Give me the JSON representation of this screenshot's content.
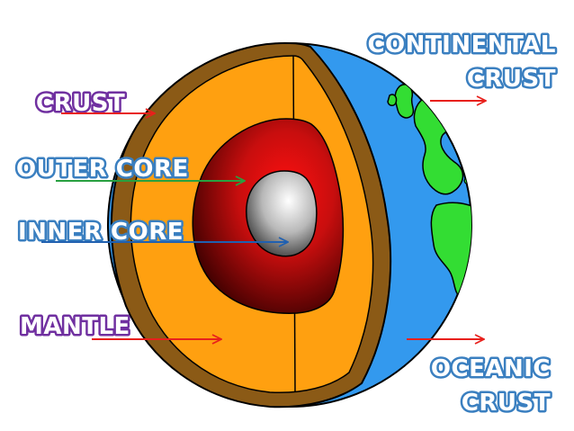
{
  "labels": {
    "continental_line1": "CONTINENTAL",
    "continental_line2": "CRUST",
    "crust": "CRUST",
    "outer_core": "OUTER CORE",
    "inner_core": "INNER CORE",
    "mantle": "MANTLE",
    "oceanic_line1": "OCEANIC",
    "oceanic_line2": "CRUST"
  },
  "colors": {
    "crust_label": "#7030a0",
    "outer_core_label": "#3a7fc0",
    "inner_core_label": "#3a7fc0",
    "mantle_label": "#7030a0",
    "continental_label": "#3a7fc0",
    "oceanic_label": "#3a7fc0",
    "crust_arrow": "#e8201c",
    "outer_core_arrow": "#28a040",
    "inner_core_arrow": "#2060b0",
    "mantle_arrow": "#e8201c",
    "continental_arrow": "#e8201c",
    "oceanic_arrow": "#e8201c",
    "crust_layer": "#8b5a16",
    "mantle_layer": "#ffa010",
    "outer_core_layer": "#cc1010",
    "inner_core_layer": "#a0a0a0",
    "ocean": "#3399ee",
    "land": "#33dd33"
  },
  "icons": {
    "earth": "earth-cutaway-icon"
  }
}
